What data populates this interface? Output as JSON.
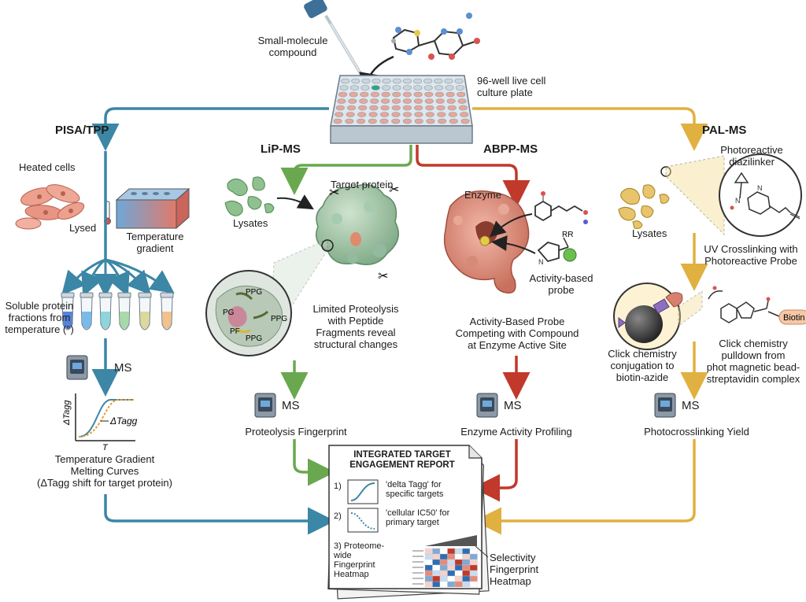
{
  "colors": {
    "pisa": "#3c86a6",
    "lip": "#6aa84f",
    "abpp": "#c0392b",
    "pal": "#e0b040",
    "dark": "#333333"
  },
  "top": {
    "compound": "Small-molecule\ncompound",
    "plate": "96-well live cell\nculture plate"
  },
  "pisa": {
    "heading": "PISA/TPP",
    "heated": "Heated cells",
    "lysed": "Lysed",
    "gradient": "Temperature\ngradient",
    "soluble": "Soluble protein\nfractions from\ntemperature (°)",
    "ms": "MS",
    "curve_y": "ΔTagg",
    "curve_delta": "ΔTagg",
    "curve_x": "T",
    "caption": "Temperature Gradient\nMelting Curves\n(ΔTagg shift for target protein)"
  },
  "lip": {
    "heading": "LiP-MS",
    "lysates": "Lysates",
    "target": "Target protein",
    "ppg1": "PPG",
    "pg": "PG",
    "ppg2": "PPG",
    "pf": "PF",
    "ppg3": "PPG",
    "desc": "Limited Proteolysis\nwith Peptide\nFragments reveal\nstructural changes",
    "ms": "MS",
    "caption": "Proteolysis Fingerprint"
  },
  "abpp": {
    "heading": "ABPP-MS",
    "enzyme": "Enzyme",
    "rr": "RR",
    "probe": "Activity-based\nprobe",
    "desc": "Activity-Based Probe\nCompeting with Compound\nat Enzyme Active Site",
    "ms": "MS",
    "caption": "Enzyme Activity Profiling"
  },
  "pal": {
    "heading": "PAL-MS",
    "linker": "Photoreactive\ndiazilinker",
    "lysates": "Lysates",
    "uv": "UV Crosslinking with\nPhotoreactive Probe",
    "biotin": "Biotin",
    "click1": "Click chemistry\nconjugation to\nbiotin-azide",
    "click2": "Click chemistry\npulldown from\nphot magnetic bead-\nstreptavidin complex",
    "ms": "MS",
    "caption": "Photocrosslinking Yield"
  },
  "report": {
    "title": "INTEGRATED TARGET\nENGAGEMENT REPORT",
    "n1": "1)",
    "i1": "'delta Tagg' for\nspecific targets",
    "n2": "2)",
    "i2": "'cellular IC50' for\nprimary target",
    "i3": "3) Proteome-\nwide\nFingerprint\nHeatmap",
    "side": "Selectivity\nFingerprint\nHeatmap"
  }
}
